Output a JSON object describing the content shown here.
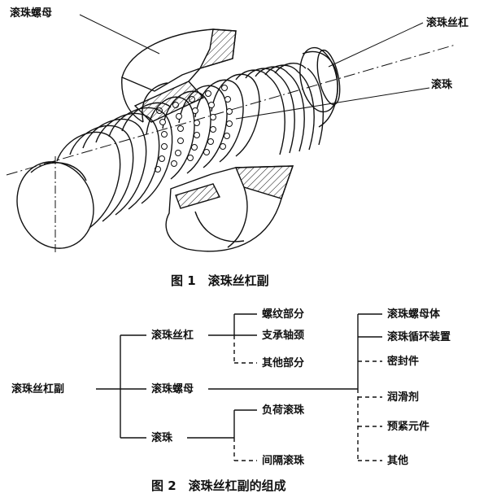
{
  "figure1": {
    "labels": {
      "nut": "滚珠螺母",
      "screw": "滚珠丝杠",
      "ball": "滚珠"
    },
    "caption": "图 1　滚珠丝杠副"
  },
  "figure2": {
    "root": "滚珠丝杠副",
    "branches": [
      {
        "label": "滚珠丝杠",
        "children": [
          "螺纹部分",
          "支承轴颈",
          "其他部分"
        ]
      },
      {
        "label": "滚珠螺母",
        "children": []
      },
      {
        "label": "滚珠",
        "children": [
          "负荷滚珠",
          "间隔滚珠"
        ]
      }
    ],
    "nut_parts": [
      "滚珠螺母体",
      "滚珠循环装置",
      "密封件",
      "润滑剂",
      "预紧元件",
      "其他"
    ],
    "caption": "图 2　滚珠丝杠副的组成"
  }
}
